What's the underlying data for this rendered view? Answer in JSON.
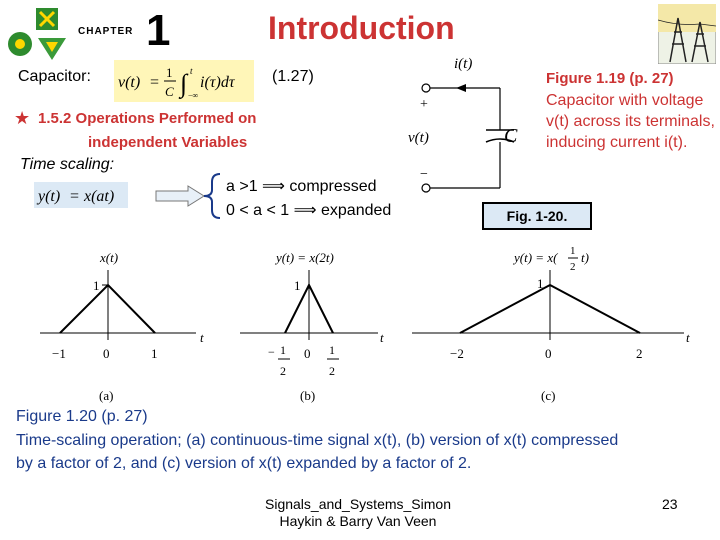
{
  "header": {
    "chapter_label": "CHAPTER",
    "chapter_number": "1",
    "title": "Introduction"
  },
  "capacitor": {
    "label": "Capacitor:",
    "formula_ref": "(1.27)"
  },
  "section": {
    "title_line1": "1.5.2 Operations Performed on",
    "title_line2": "independent Variables",
    "time_scaling_label": "Time scaling:",
    "condition_compressed": "a >1 ⟹ compressed",
    "condition_expanded": "0 < a < 1 ⟹ expanded"
  },
  "figure_1_19": {
    "ref": "Figure 1.19 (p. 27)",
    "description": "Capacitor with voltage v(t) across its terminals, inducing current i(t)."
  },
  "figure_1_20": {
    "label": "Fig. 1-20.",
    "caption_line1": "Figure 1.20 (p. 27)",
    "caption_line2": "Time-scaling operation; (a) continuous-time signal x(t), (b) version of x(t) compressed",
    "caption_line3": "by a factor of 2, and (c) version of x(t) expanded by a factor of 2."
  },
  "footer": {
    "source_line1": "Signals_and_Systems_Simon",
    "source_line2": "Haykin & Barry Van Veen",
    "page": "23"
  },
  "colors": {
    "title_red": "#cc3333",
    "caption_blue": "#1a3a8a",
    "formula_bg": "#fff6b8",
    "box_bg": "#dce9f5"
  }
}
